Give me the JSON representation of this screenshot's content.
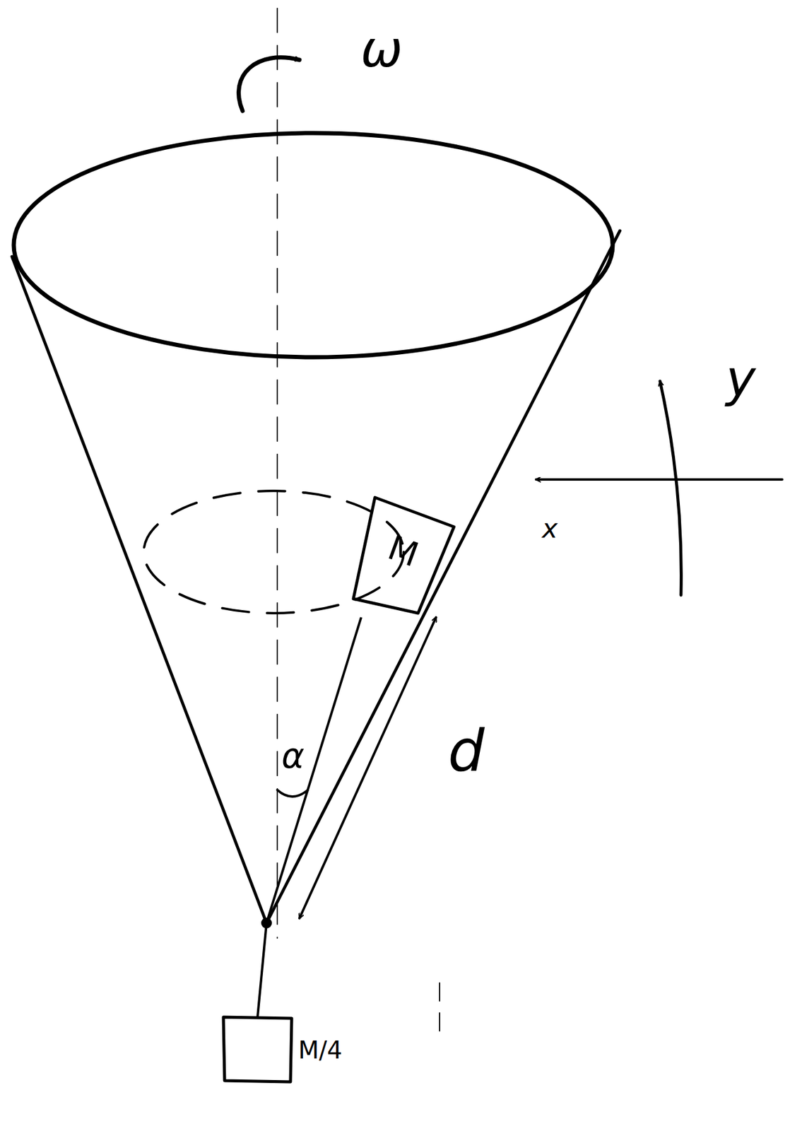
{
  "diagram": {
    "nodes": [
      {
        "text": [
          "M"
        ]
      },
      {
        "text": [
          "M/4"
        ]
      }
    ],
    "edges": [
      {
        "from": 0,
        "to": 1,
        "arrow": "none"
      }
    ],
    "labels": [
      "ω",
      "d",
      "α",
      "x",
      "y"
    ]
  }
}
